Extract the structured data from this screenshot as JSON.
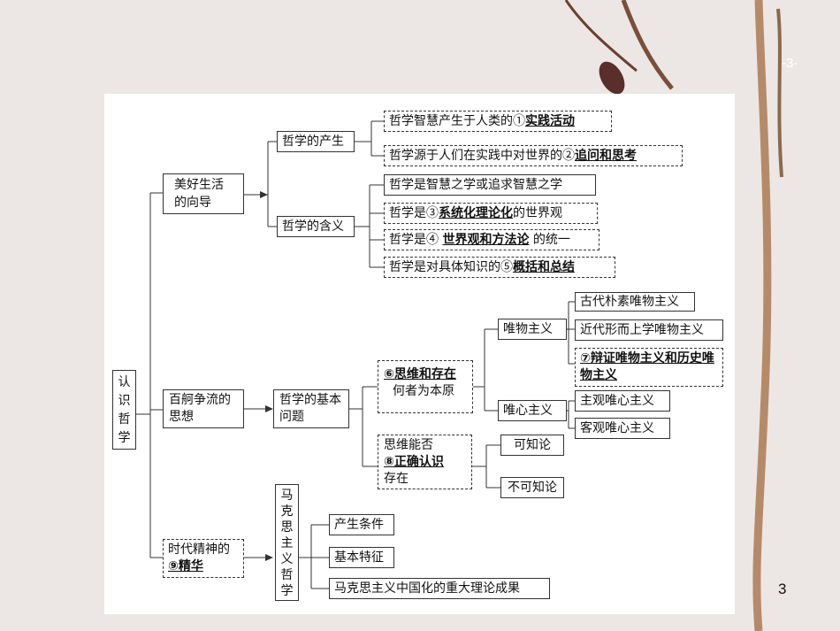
{
  "root": "认识哲学",
  "branch1": {
    "label": "美好生活的向导",
    "sub1": {
      "label": "哲学的产生",
      "items": [
        {
          "pre": "哲学智慧产生于人类的①",
          "key": "实践活动",
          "post": ""
        },
        {
          "pre": "哲学源于人们在实践中对世界的②",
          "key": "追问和思考",
          "post": ""
        }
      ]
    },
    "sub2": {
      "label": "哲学的含义",
      "items": [
        {
          "pre": "哲学是智慧之学或追求智慧之学",
          "key": "",
          "post": ""
        },
        {
          "pre": "哲学是③",
          "key": "系统化理论化",
          "post": "的世界观"
        },
        {
          "pre": "哲学是④ ",
          "key": "世界观和方法论",
          "post": " 的统一"
        },
        {
          "pre": "哲学是对具体知识的⑤",
          "key": "概括和总结",
          "post": ""
        }
      ]
    }
  },
  "branch2": {
    "label": "百舸争流的思想",
    "basic": "哲学的基本问题",
    "q1": {
      "key": "⑥思维和存在",
      "rest": "何者为本原"
    },
    "materialism": {
      "label": "唯物主义",
      "items": [
        "古代朴素唯物主义",
        "近代形而上学唯物主义"
      ],
      "dialectical": "⑦辩证唯物主义和历史唯物主义"
    },
    "idealism": {
      "label": "唯心主义",
      "items": [
        "主观唯心主义",
        "客观唯心主义"
      ]
    },
    "q2": {
      "pre": "思维能否",
      "key": "⑧正确认识",
      "post": "存在"
    },
    "knowability": [
      "可知论",
      "不可知论"
    ]
  },
  "branch3": {
    "label_pre": "时代精神的",
    "label_key": "⑨精华",
    "marx": "马克思主义哲学",
    "items": [
      "产生条件",
      "基本特征",
      "马克思主义中国化的重大理论成果"
    ]
  },
  "slide_number": "3",
  "corner_number": "-3-"
}
